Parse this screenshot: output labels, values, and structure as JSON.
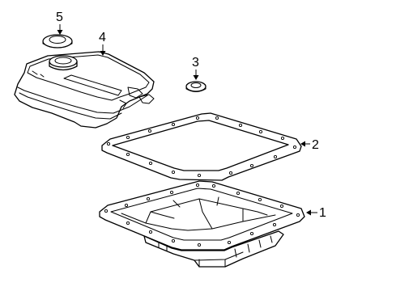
{
  "callouts": [
    {
      "id": "1"
    },
    {
      "id": "2"
    },
    {
      "id": "3"
    },
    {
      "id": "4"
    },
    {
      "id": "5"
    }
  ]
}
